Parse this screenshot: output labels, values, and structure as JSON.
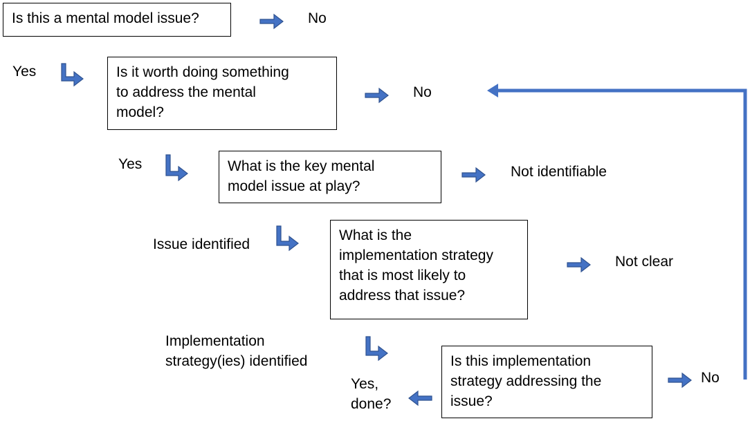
{
  "colors": {
    "arrow_fill": "#4472c4",
    "arrow_stroke": "#2f528f",
    "box_border": "#000000"
  },
  "boxes": {
    "q1": {
      "lines": [
        "Is this a mental model issue?"
      ]
    },
    "q2": {
      "lines": [
        "Is it worth doing something",
        "to address the mental",
        "model?"
      ]
    },
    "q3": {
      "lines": [
        "What is the key mental",
        "model issue at play?"
      ]
    },
    "q4": {
      "lines": [
        "What is the",
        "implementation strategy",
        "that is most likely to",
        "address that issue?"
      ]
    },
    "q5": {
      "lines": [
        "Is this implementation",
        "strategy addressing the",
        "issue?"
      ]
    }
  },
  "labels": {
    "no1": "No",
    "no2": "No",
    "not_identifiable": "Not identifiable",
    "not_clear": "Not clear",
    "no3": "No",
    "yes1": "Yes",
    "yes2": "Yes",
    "issue_identified": "Issue identified",
    "impl_identified": [
      "Implementation",
      "strategy(ies) identified"
    ],
    "yes_done": [
      "Yes,",
      "done?"
    ]
  },
  "icons": [
    "right-arrow-icon",
    "elbow-arrow-icon",
    "left-arrow-icon",
    "feedback-loop-line"
  ]
}
